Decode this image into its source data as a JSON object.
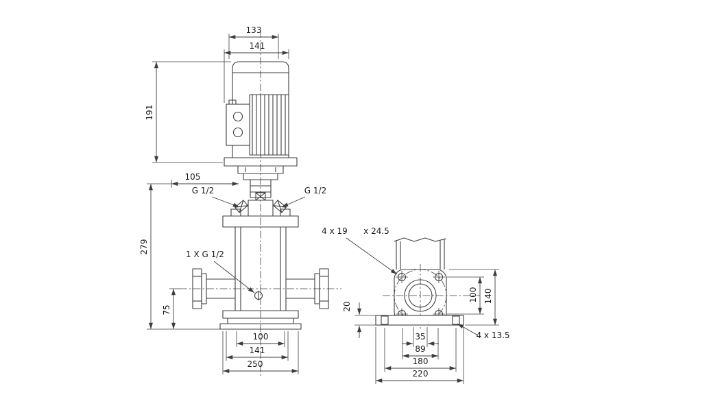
{
  "drawing": {
    "front_view": {
      "dims": {
        "d133": "133",
        "d141_top": "141",
        "d191": "191",
        "d105": "105",
        "d279": "279",
        "d75": "75",
        "d100": "100",
        "d141_bottom": "141",
        "d250": "250"
      },
      "labels": {
        "port_left": "G 1/2",
        "port_right": "G 1/2",
        "drain": "1 X G 1/2"
      }
    },
    "side_view": {
      "dims": {
        "d20": "20",
        "d100": "100",
        "d140": "140",
        "d35": "35",
        "d89": "89",
        "d180": "180",
        "d220": "220"
      },
      "labels": {
        "slot_a": "4 x 19",
        "slot_b": "x 24.5",
        "holes": "4 x 13.5"
      }
    },
    "colors": {
      "line": "#3c3c3c",
      "text": "#1a1a1a",
      "background": "#ffffff"
    }
  }
}
